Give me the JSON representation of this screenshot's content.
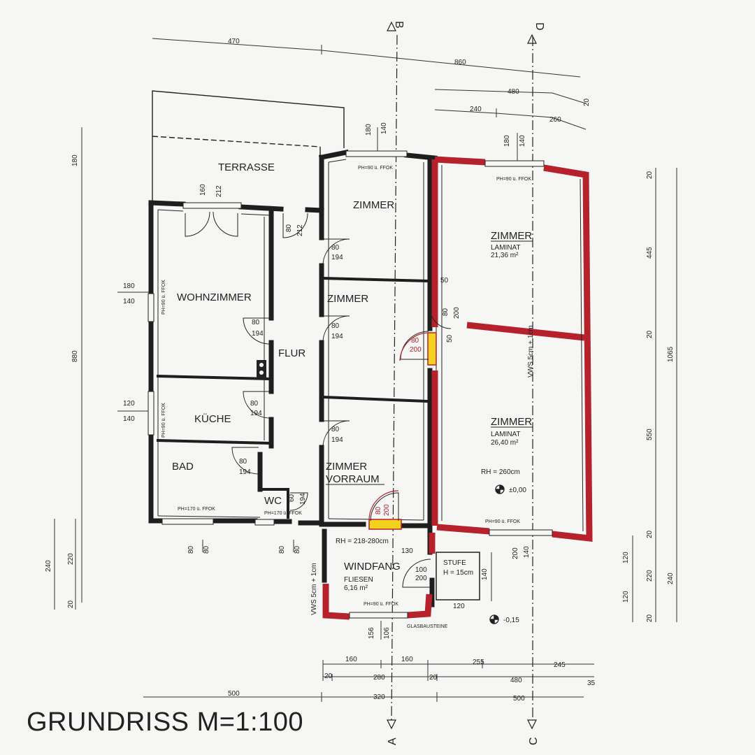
{
  "title": "GRUNDRISS M=1:100",
  "sections": {
    "a": "A",
    "b": "B",
    "c": "C",
    "d": "D"
  },
  "rooms": {
    "terrasse": "TERRASSE",
    "zimmer1": "ZIMMER",
    "zimmer_big1": "ZIMMER",
    "zimmer_big1_floor": "LAMINAT",
    "zimmer_big1_area": "21,36 m²",
    "wohnzimmer": "WOHNZIMMER",
    "zimmer2": "ZIMMER",
    "flur": "FLUR",
    "kueche": "KÜCHE",
    "zimmer_big2": "ZIMMER",
    "zimmer_big2_floor": "LAMINAT",
    "zimmer_big2_area": "26,40 m²",
    "zimmer_big2_rh": "RH = 260cm",
    "zimmer_big2_level": "±0,00",
    "bad": "BAD",
    "zimmer3": "ZIMMER",
    "vorraum": "VORRAUM",
    "wc": "WC",
    "windfang": "WINDFANG",
    "windfang_floor": "FLIESEN",
    "windfang_area": "6,16 m²",
    "windfang_rh": "RH = 218-280cm",
    "stufe": "STUFE",
    "stufe_h": "H = 15cm",
    "outside_level": "-0,15",
    "glass": "GLASBAUSTEINE",
    "vws_right": "VWS 5cm + 1cm",
    "vws_left": "VWS 5cm + 1cm"
  },
  "window_notes": {
    "w_top_mid": "PH=90 ü. FFOK",
    "w_top_right": "PH=90 ü. FFOK",
    "w_wohn": "PH=90 ü. FFOK",
    "w_kueche": "PH=90 ü. FFOK",
    "w_bad": "PH=170 ü. FFOK",
    "w_wc": "PH=170 ü. FFOK",
    "w_big2": "PH=90 ü. FFOK",
    "w_windfang": "PH=90 ü. FFOK"
  },
  "door_labels": {
    "terr_w": "160",
    "terr_h": "212",
    "flur_w": "80",
    "flur_h": "212",
    "z1_w": "80",
    "z1_h": "194",
    "wohn_w": "80",
    "wohn_h": "194",
    "z2_w": "80",
    "z2_h": "194",
    "big1_w": "80",
    "big1_h": "200",
    "big1_d": "50",
    "big2_w": "80",
    "big2_h": "200",
    "big2_d": "50",
    "mid50": "50",
    "kue_w": "80",
    "kue_h": "194",
    "z3_w": "80",
    "z3_h": "194",
    "bad_w": "80",
    "bad_h": "194",
    "wc_w": "60",
    "wc_h": "194",
    "vor_w": "80",
    "vor_h": "200",
    "win_w": "100",
    "win_h": "200"
  },
  "dims": {
    "top_470": "470",
    "top_860": "860",
    "top_480": "480",
    "top_20a": "20",
    "top_240": "240",
    "top_260": "260",
    "t_180a": "180",
    "t_140a": "140",
    "t_180b": "180",
    "t_140b": "140",
    "left_180": "180",
    "left_880": "880",
    "left_240": "240",
    "left_220": "220",
    "left_20": "20",
    "l_180": "180",
    "l_140a": "140",
    "l_120": "120",
    "l_140b": "140",
    "r_20a": "20",
    "r_445": "445",
    "r_20b": "20",
    "r_1065": "1065",
    "r_550": "550",
    "r_20c": "20",
    "r_120a": "120",
    "r_220": "220",
    "r_120b": "120",
    "r_20d": "20",
    "r_240": "240",
    "b_80a": "80",
    "b_80b": "80",
    "b_80c": "80",
    "b_80d": "80",
    "b_156": "156",
    "b_106": "106",
    "w_130": "130",
    "w_140": "140",
    "w_120": "120",
    "w_200": "200",
    "w_140b": "140",
    "bot_160a": "160",
    "bot_160b": "160",
    "bot_255": "255",
    "bot_245": "245",
    "bot_20a": "20",
    "bot_280": "280",
    "bot_20b": "20",
    "bot_480": "480",
    "bot_35": "35",
    "bot_500a": "500",
    "bot_320": "320",
    "bot_500b": "500"
  },
  "colors": {
    "new_wall": "#b5222b",
    "opening": "#f2d21e",
    "wall": "#1e1e1e",
    "paper": "#f6f6f4"
  }
}
